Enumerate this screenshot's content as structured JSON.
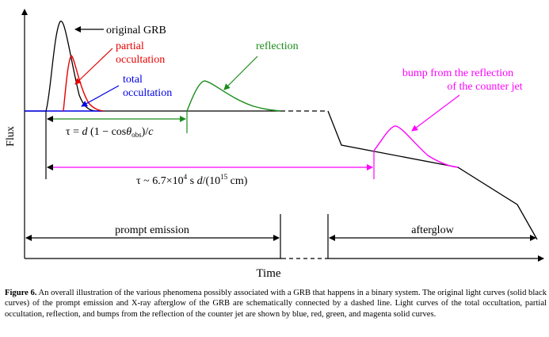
{
  "labels": {
    "original_grb": "original GRB",
    "partial_occultation_1": "partial",
    "partial_occultation_2": "occultation",
    "total_occultation_1": "total",
    "total_occultation_2": "occultation",
    "reflection": "reflection",
    "bump_1": "bump from the reflection",
    "bump_2": "of the counter jet",
    "flux_axis": "Flux",
    "time_axis": "Time",
    "prompt_emission": "prompt emission",
    "afterglow": "afterglow"
  },
  "equations": {
    "tau_reflection": {
      "part1": "τ = ",
      "part2": "d",
      "part3": " (1 − cos",
      "part4": "θ",
      "subscript": "obs",
      "part5": ")/",
      "part6": "c"
    },
    "tau_counterjet": {
      "part1": "τ ~ 6.7×10",
      "exp1": "4",
      "part2": " s ",
      "part3": "d",
      "part4": "/(10",
      "exp2": "15",
      "part5": " cm)"
    }
  },
  "caption": {
    "label": "Figure 6.",
    "text": " An overall illustration of the various phenomena possibly associated with a GRB that happens in a binary system. The original light curves (solid black curves) of the prompt emission and X-ray afterglow of the GRB are schematically connected by a dashed line. Light curves of the total occultation, partial occultation, reflection, and bumps from the reflection of the counter jet are shown by blue, red, green, and magenta solid curves."
  },
  "colors": {
    "original": "#000000",
    "partial": "#e60000",
    "total": "#0000e6",
    "reflection": "#1a8c1a",
    "counterjet": "#ff00ff"
  }
}
